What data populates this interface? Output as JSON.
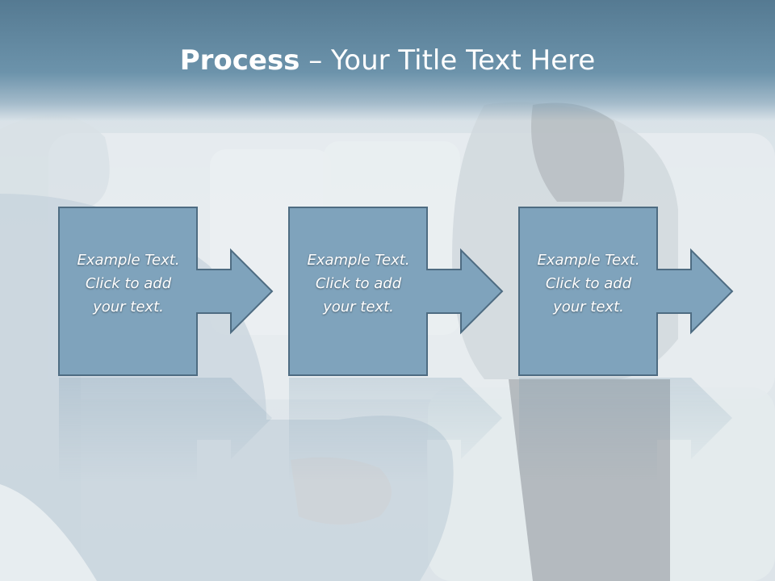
{
  "slide": {
    "title_bold": "Process",
    "title_rest": " – Your Title Text Here"
  },
  "steps": [
    {
      "line1": "Example Text.",
      "line2": "Click  to add",
      "line3": "your text."
    },
    {
      "line1": "Example Text.",
      "line2": "Click  to add",
      "line3": "your text."
    },
    {
      "line1": "Example Text.",
      "line2": "Click  to add",
      "line3": "your text."
    }
  ],
  "colors": {
    "title_band": "#5f86a0",
    "shape_fill": "#7fa3bc",
    "shape_stroke": "#4e6c82",
    "text": "#ffffff"
  }
}
